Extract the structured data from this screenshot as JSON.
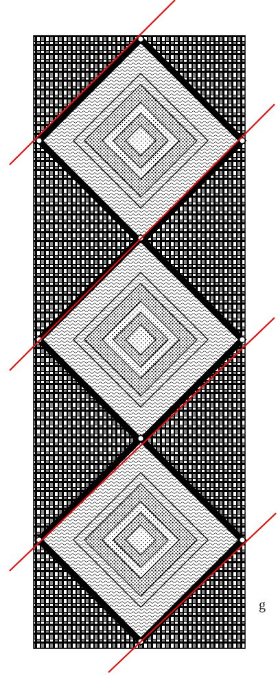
{
  "diagram": {
    "description_free": true,
    "block_count": 3,
    "stray_text": "g",
    "colors": {
      "background": "#ffffff",
      "outline": "#000000",
      "cut_line": "#e01010",
      "check_dark": "#000000",
      "check_mid": "#8a8a8a",
      "check_light": "#ffffff"
    },
    "pattern_icons": [
      "checker-pattern",
      "wave-pattern",
      "dot-pattern",
      "small-dot-pattern"
    ]
  }
}
